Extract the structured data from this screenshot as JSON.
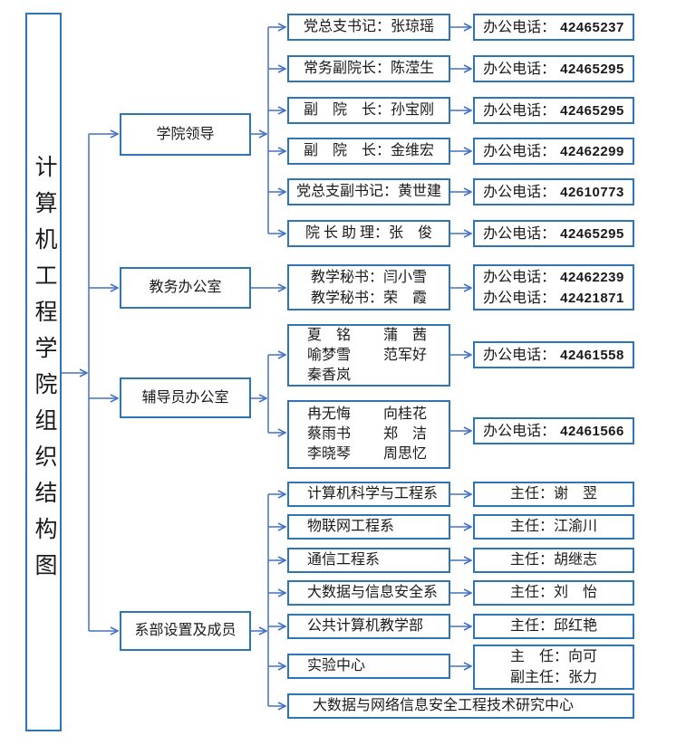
{
  "title": "计算机工程学院组织结构图",
  "colors": {
    "box_border": "#2E75B6",
    "connector": "#4472C4",
    "text": "#1A1A1A"
  },
  "branches": {
    "leadership": {
      "label": "学院领导",
      "rows": [
        {
          "title": "党总支书记：张琼瑶",
          "phone_label": "办公电话：",
          "phone": "42465237"
        },
        {
          "title": "常务副院长：陈滢生",
          "phone_label": "办公电话：",
          "phone": "42465295"
        },
        {
          "title": "副　院　长：孙宝刚",
          "phone_label": "办公电话：",
          "phone": "42465295"
        },
        {
          "title": "副　院　长：金维宏",
          "phone_label": "办公电话：",
          "phone": "42462299"
        },
        {
          "title": "党总支副书记：黄世建",
          "phone_label": "办公电话：",
          "phone": "42610773"
        },
        {
          "title": "院 长 助 理：张　俊",
          "phone_label": "办公电话：",
          "phone": "42465295"
        }
      ]
    },
    "academic_office": {
      "label": "教务办公室",
      "staff": [
        "教学秘书：闫小雪",
        "教学秘书：荣　霞"
      ],
      "phones": [
        {
          "label": "办公电话：",
          "number": "42462239"
        },
        {
          "label": "办公电话：",
          "number": "42421871"
        }
      ]
    },
    "counselor_office": {
      "label": "辅导员办公室",
      "groups": [
        {
          "names": [
            "夏　铭",
            "蒲　茜",
            "喻梦雪",
            "范军好",
            "秦香岚"
          ],
          "phone_label": "办公电话：",
          "phone": "42461558"
        },
        {
          "names": [
            "冉无悔",
            "向桂花",
            "蔡雨书",
            "郑　洁",
            "李晓琴",
            "周思忆"
          ],
          "phone_label": "办公电话：",
          "phone": "42461566"
        }
      ]
    },
    "departments": {
      "label": "系部设置及成员",
      "items": [
        {
          "name": "计算机科学与工程系",
          "head": "主任：谢　翌"
        },
        {
          "name": "物联网工程系",
          "head": "主任：江渝川"
        },
        {
          "name": "通信工程系",
          "head": "主任：胡继志"
        },
        {
          "name": "大数据与信息安全系",
          "head": "主任：刘　怡"
        },
        {
          "name": "公共计算机教学部",
          "head": "主任：邱红艳"
        },
        {
          "name": "实验中心",
          "head_lines": [
            "主　任：向可",
            "副主任：张力"
          ]
        }
      ],
      "research_center": "大数据与网络信息安全工程技术研究中心"
    }
  }
}
